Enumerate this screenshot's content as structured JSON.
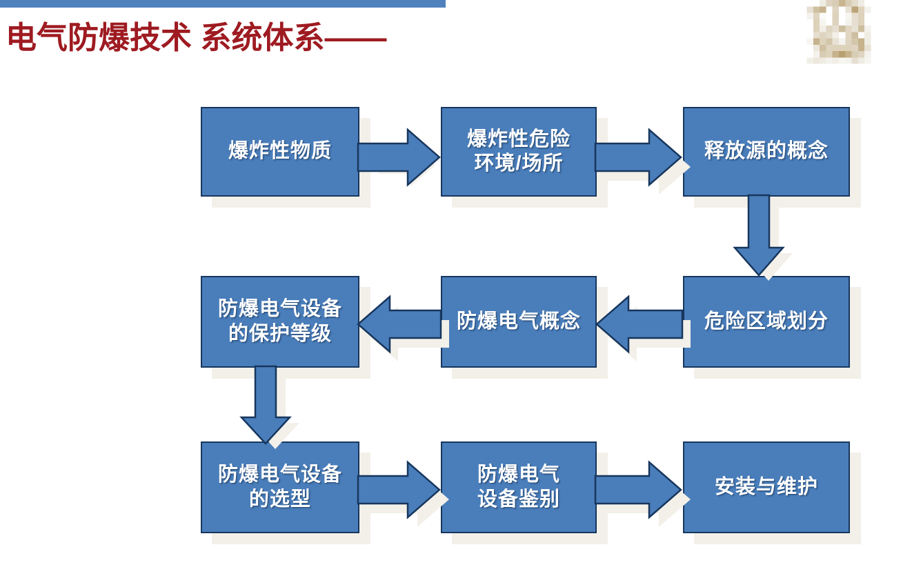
{
  "header": {
    "title": "电气防爆技术 系统体系——",
    "title_color": "#9e1b21",
    "rule_color": "#4f81bd",
    "logo_name": "blurred-institution-logo"
  },
  "theme": {
    "node_fill": "#4a7ebb",
    "node_border": "#17365d",
    "node_text": "#ffffff",
    "shadow_color": "#f2f0e9",
    "arrow_fill": "#4a7ebb",
    "arrow_stroke": "#1f3864"
  },
  "diagram": {
    "type": "flowchart",
    "title": "电气防爆技术 系统体系",
    "nodes": [
      {
        "id": "n1",
        "label": "爆炸性物质",
        "row": 1,
        "col": 1
      },
      {
        "id": "n2",
        "label": "爆炸性危险\n环境/场所",
        "row": 1,
        "col": 2
      },
      {
        "id": "n3",
        "label": "释放源的概念",
        "row": 1,
        "col": 3
      },
      {
        "id": "n4",
        "label": "防爆电气设备\n的保护等级",
        "row": 2,
        "col": 1
      },
      {
        "id": "n5",
        "label": "防爆电气概念",
        "row": 2,
        "col": 2
      },
      {
        "id": "n6",
        "label": "危险区域划分",
        "row": 2,
        "col": 3
      },
      {
        "id": "n7",
        "label": "防爆电气设备\n的选型",
        "row": 3,
        "col": 1
      },
      {
        "id": "n8",
        "label": "防爆电气\n设备鉴别",
        "row": 3,
        "col": 2
      },
      {
        "id": "n9",
        "label": "安装与维护",
        "row": 3,
        "col": 3
      }
    ],
    "edges": [
      {
        "from": "n1",
        "to": "n2",
        "direction": "right"
      },
      {
        "from": "n2",
        "to": "n3",
        "direction": "right"
      },
      {
        "from": "n3",
        "to": "n6",
        "direction": "down"
      },
      {
        "from": "n6",
        "to": "n5",
        "direction": "left"
      },
      {
        "from": "n5",
        "to": "n4",
        "direction": "left"
      },
      {
        "from": "n4",
        "to": "n7",
        "direction": "down"
      },
      {
        "from": "n7",
        "to": "n8",
        "direction": "right"
      },
      {
        "from": "n8",
        "to": "n9",
        "direction": "right"
      }
    ]
  }
}
